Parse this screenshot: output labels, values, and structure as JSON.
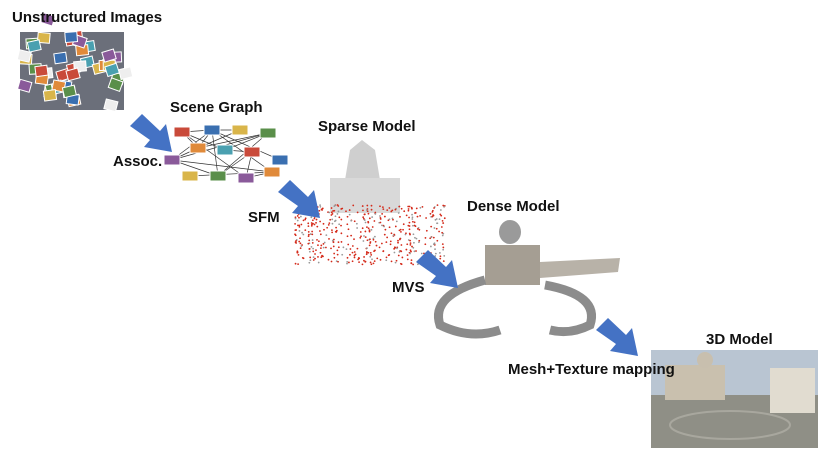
{
  "stages": {
    "unstructured_images": "Unstructured Images",
    "scene_graph": "Scene Graph",
    "sparse_model": "Sparse Model",
    "dense_model": "Dense Model",
    "model_3d": "3D Model"
  },
  "steps": {
    "assoc": "Assoc.",
    "sfm": "SFM",
    "mvs": "MVS",
    "mesh_texture": "Mesh+Texture mapping"
  },
  "colors": {
    "arrow": "#4472C4",
    "sparse_points": "#d42a1a"
  }
}
